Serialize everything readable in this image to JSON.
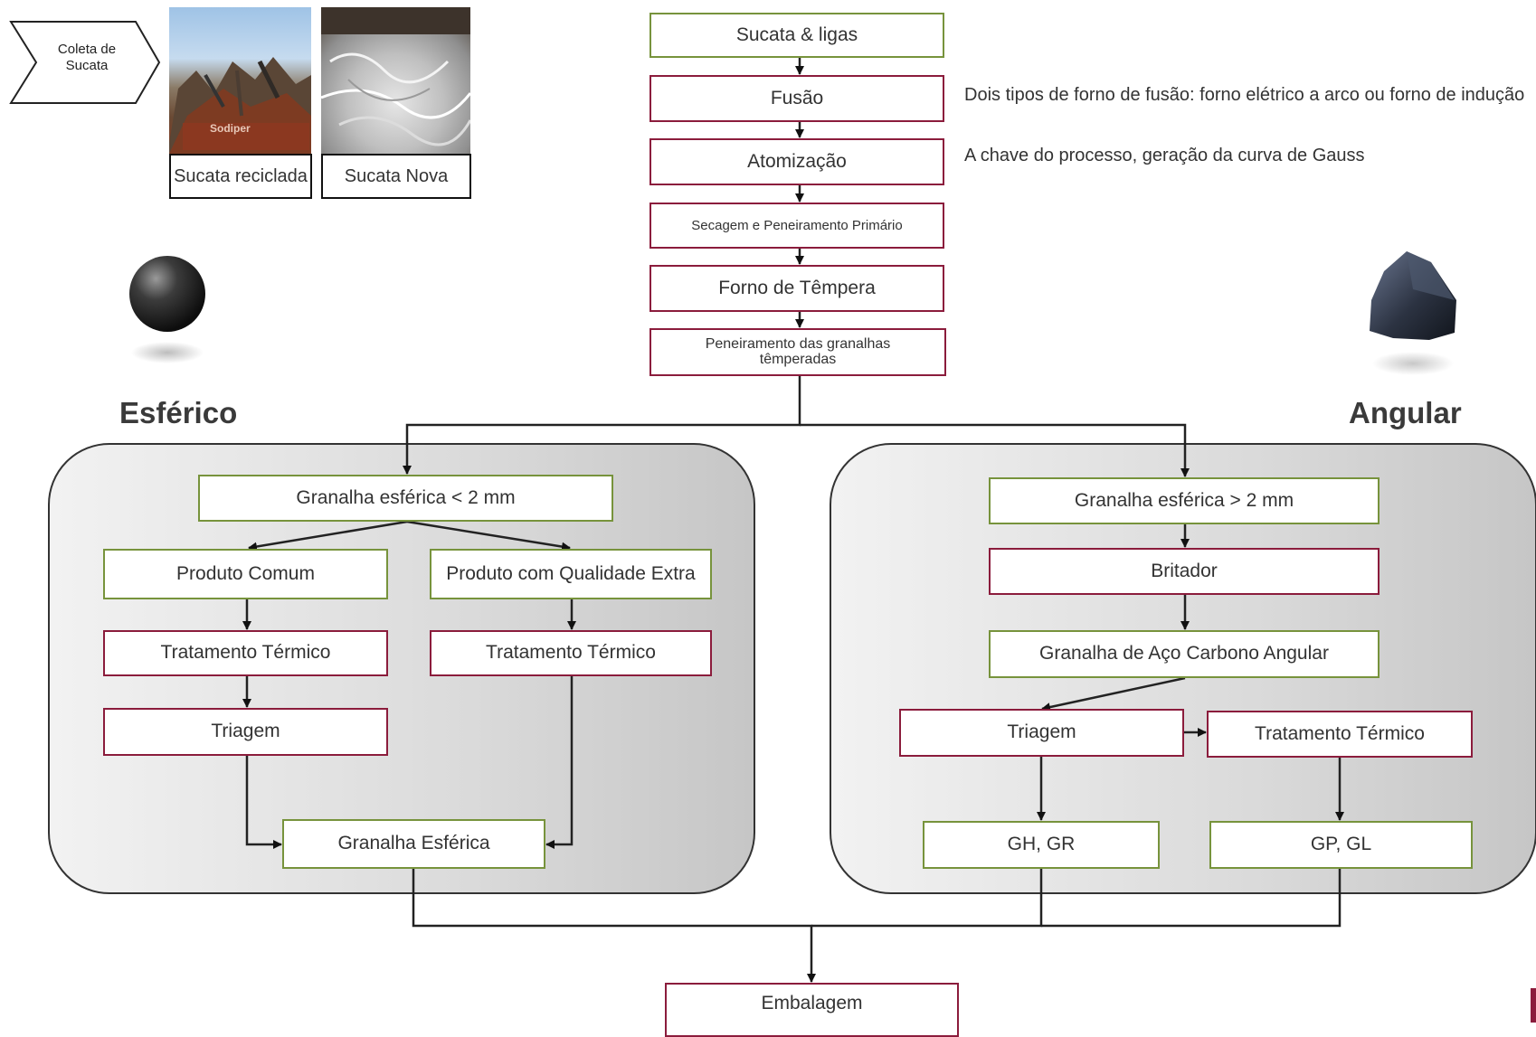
{
  "collection": {
    "label": "Coleta de Sucata"
  },
  "photos": {
    "recycled_label": "Sucata reciclada",
    "new_label": "Sucata Nova",
    "recycled_logo": "Sodiper"
  },
  "main_flow": [
    "Sucata & ligas",
    "Fusão",
    "Atomização",
    "Secagem e Peneiramento Primário",
    "Forno de Têmpera",
    "Peneiramento das granalhas têmperadas"
  ],
  "notes": {
    "fusion": "Dois tipos de forno de fusão: forno elétrico a arco ou forno de indução",
    "atomization": "A chave do processo, geração da curva de Gauss"
  },
  "spherical": {
    "title": "Esférico",
    "start": "Granalha esférica < 2 mm",
    "common": "Produto Comum",
    "extra": "Produto com Qualidade Extra",
    "heat_left": "Tratamento Térmico",
    "heat_right": "Tratamento Térmico",
    "sorting": "Triagem",
    "result": "Granalha Esférica"
  },
  "angular": {
    "title": "Angular",
    "start": "Granalha esférica > 2 mm",
    "crusher": "Britador",
    "carbon": "Granalha de Aço Carbono Angular",
    "sorting": "Triagem",
    "heat": "Tratamento Térmico",
    "result_gh": "GH, GR",
    "result_gp": "GP, GL"
  },
  "packaging": "Embalagem",
  "colors": {
    "green_border": "#77933c",
    "red_border": "#8b1c3c",
    "panel_dark": "#c6c6c6"
  }
}
